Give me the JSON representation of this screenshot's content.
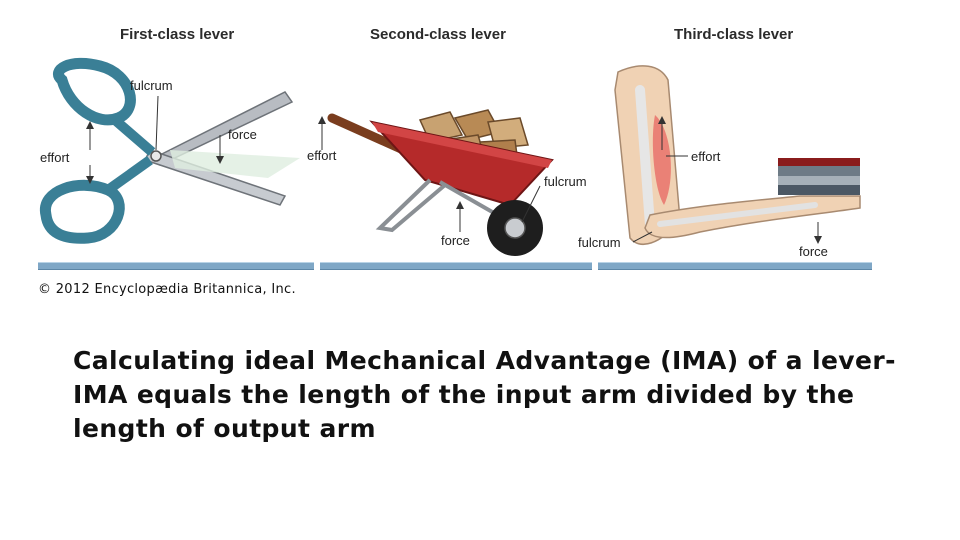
{
  "panels": [
    {
      "title": "First-class lever",
      "labels": {
        "fulcrum": "fulcrum",
        "force": "force",
        "effort": "effort"
      }
    },
    {
      "title": "Second-class lever",
      "labels": {
        "effort": "effort",
        "fulcrum": "fulcrum",
        "force": "force"
      }
    },
    {
      "title": "Third-class lever",
      "labels": {
        "effort": "effort",
        "fulcrum": "fulcrum",
        "force": "force"
      }
    }
  ],
  "copyright": "© 2012 Encyclopædia Britannica, Inc.",
  "caption": "Calculating ideal Mechanical Advantage (IMA) of a lever- IMA equals the length of the input arm divided by the length of output arm",
  "colors": {
    "scissor_handle": "#3a7f96",
    "wheelbarrow": "#b52a2a",
    "ground": "#7fa7c6",
    "skin": "#f0d2b4"
  }
}
